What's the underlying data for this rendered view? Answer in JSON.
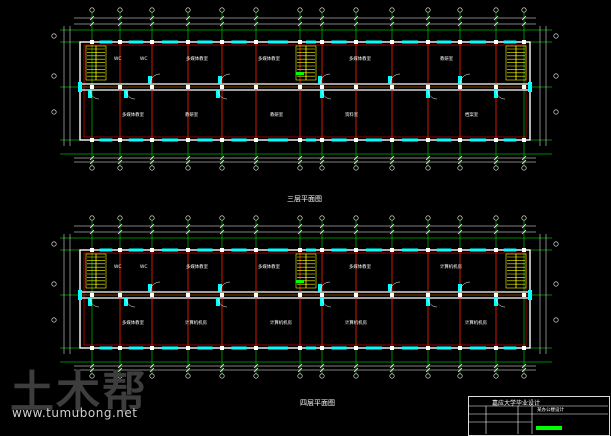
{
  "plans": [
    {
      "title": "三层平面图",
      "rooms": [
        {
          "label": "WC"
        },
        {
          "label": "WC"
        },
        {
          "label": "多媒体教室"
        },
        {
          "label": "多媒体教室"
        },
        {
          "label": "多媒体教室"
        },
        {
          "label": "教研室"
        },
        {
          "label": "多媒体教室"
        },
        {
          "label": "教研室"
        },
        {
          "label": "教研室"
        },
        {
          "label": "资料室"
        },
        {
          "label": "档案室"
        }
      ]
    },
    {
      "title": "四层平面图",
      "rooms": [
        {
          "label": "WC"
        },
        {
          "label": "WC"
        },
        {
          "label": "多媒体教室"
        },
        {
          "label": "多媒体教室"
        },
        {
          "label": "多媒体教室"
        },
        {
          "label": "计算机机房"
        },
        {
          "label": "多媒体教室"
        },
        {
          "label": "计算机机房"
        },
        {
          "label": "计算机机房"
        },
        {
          "label": "计算机机房"
        },
        {
          "label": "计算机机房"
        }
      ]
    }
  ],
  "watermark": {
    "logo": "土木帮",
    "url": "www.tumubong.net"
  },
  "title_block": {
    "school": "嘉应大学毕业设计",
    "project": "某办公楼设计"
  },
  "colors": {
    "background": "#000000",
    "grid": "#00ff00",
    "wall": "#ffffff",
    "column": "#ff0000",
    "opening": "#00ffff",
    "dimension": "#ffffff",
    "stair": "#ffff00"
  }
}
